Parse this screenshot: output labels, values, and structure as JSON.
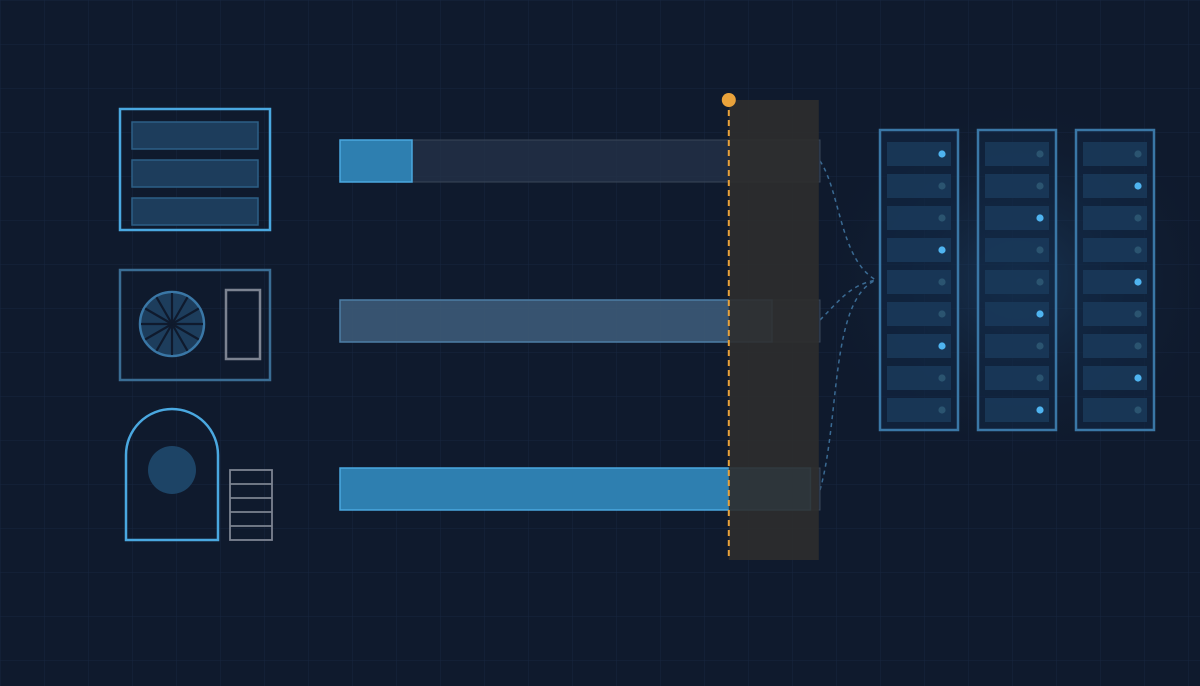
{
  "colors": {
    "background": "#0f1a2d",
    "grid_line": "#172640",
    "accent_blue": "#4aa8e0",
    "bar_blue": "#2f84b6",
    "bar_muted": "#3c5a78",
    "track": "#26334a",
    "threshold_zone": "#2e2e2e",
    "threshold_line": "#e9a23b",
    "rack_frame": "#3a77a6",
    "led_on": "#4fb4f0",
    "led_off": "#2b5470",
    "outline_grey": "#7c8391"
  },
  "icons": {
    "device_1": "stacked-storage-icon",
    "device_2": "cooling-fan-unit-icon",
    "device_3": "arched-generator-icon"
  },
  "diagram": {
    "bars": [
      {
        "device": "storage-unit",
        "level": 0.15,
        "style": "bright"
      },
      {
        "device": "cooling-unit",
        "level": 0.9,
        "style": "muted"
      },
      {
        "device": "power-unit",
        "level": 0.98,
        "style": "bright"
      }
    ],
    "threshold_level": 0.81,
    "racks": [
      {
        "leds": [
          1,
          0,
          0,
          1,
          0,
          0,
          1,
          0,
          0
        ]
      },
      {
        "leds": [
          0,
          0,
          1,
          0,
          0,
          1,
          0,
          0,
          1
        ]
      },
      {
        "leds": [
          0,
          1,
          0,
          0,
          1,
          0,
          0,
          1,
          0
        ]
      }
    ]
  }
}
